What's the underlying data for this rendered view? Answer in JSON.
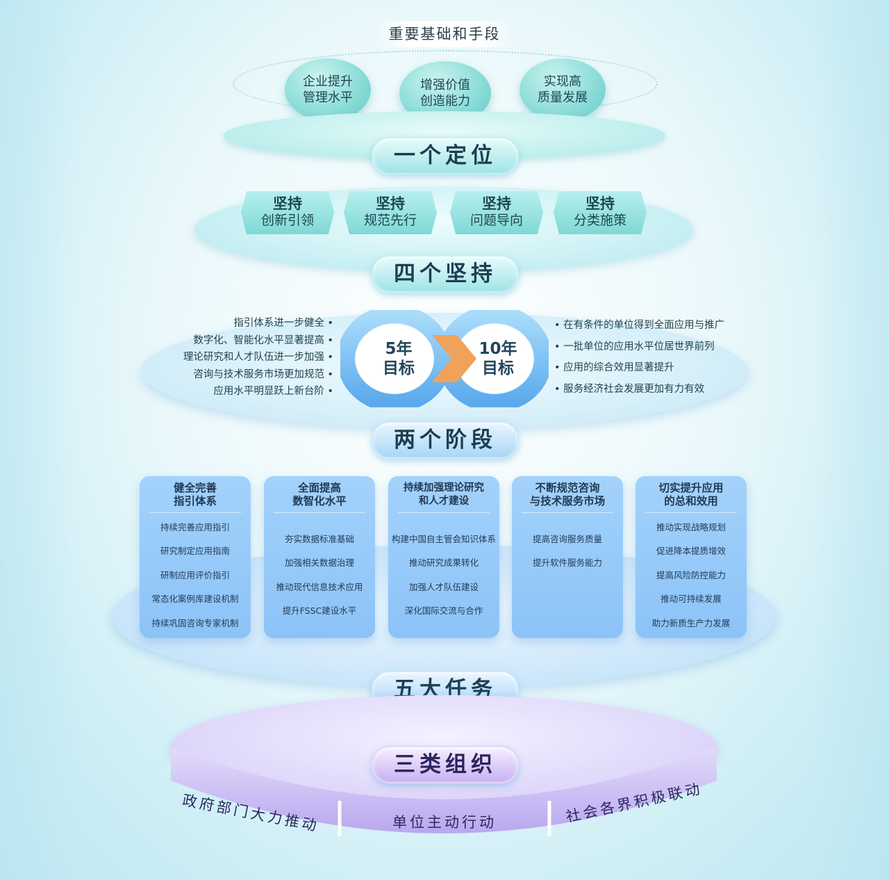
{
  "top_label": "重要基础和手段",
  "foundations": [
    "企业提升\n管理水平",
    "增强价值\n创造能力",
    "实现高\n质量发展"
  ],
  "layer1_title": "一个定位",
  "persists": [
    {
      "line1": "坚持",
      "line2": "创新引领"
    },
    {
      "line1": "坚持",
      "line2": "规范先行"
    },
    {
      "line1": "坚持",
      "line2": "问题导向"
    },
    {
      "line1": "坚持",
      "line2": "分类施策"
    }
  ],
  "layer2_title": "四个坚持",
  "goal5": {
    "line1": "5年",
    "line2": "目标"
  },
  "goal10": {
    "line1": "10年",
    "line2": "目标"
  },
  "goal5_points": [
    "指引体系进一步健全",
    "数字化、智能化水平显著提高",
    "理论研究和人才队伍进一步加强",
    "咨询与技术服务市场更加规范",
    "应用水平明显跃上新台阶"
  ],
  "goal10_points": [
    "在有条件的单位得到全面应用与推广",
    "一批单位的应用水平位居世界前列",
    "应用的综合效用显著提升",
    "服务经济社会发展更加有力有效"
  ],
  "layer3_title": "两个阶段",
  "tasks": [
    {
      "title": "健全完善\n指引体系",
      "items": [
        "持续完善应用指引",
        "研究制定应用指南",
        "研制应用评价指引",
        "常态化案例库建设机制",
        "持续巩固咨询专家机制"
      ]
    },
    {
      "title": "全面提高\n数智化水平",
      "items": [
        "夯实数据标准基础",
        "加强相关数据治理",
        "推动现代信息技术应用",
        "提升FSSC建设水平"
      ]
    },
    {
      "title": "持续加强理论研究\n和人才建设",
      "items": [
        "构建中国自主管会知识体系",
        "推动研究成果转化",
        "加强人才队伍建设",
        "深化国际交流与合作"
      ]
    },
    {
      "title": "不断规范咨询\n与技术服务市场",
      "items": [
        "提高咨询服务质量",
        "提升软件服务能力"
      ]
    },
    {
      "title": "切实提升应用\n的总和效用",
      "items": [
        "推动实现战略规划",
        "促进降本提质增效",
        "提高风险防控能力",
        "推动可持续发展",
        "助力新质生产力发展"
      ]
    }
  ],
  "layer4_title": "五大任务",
  "layer5_title": "三类组织",
  "orgs": [
    "政府部门大力推动",
    "单位主动行动",
    "社会各界积极联动"
  ],
  "colors": {
    "teal": "#7fd8d6",
    "blue": "#8cc3f7",
    "purple": "#c7b2f2",
    "orange": "#f0a25a"
  }
}
